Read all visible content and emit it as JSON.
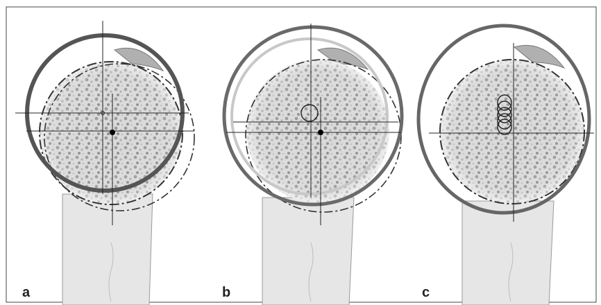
{
  "figure": {
    "panels": [
      {
        "label": "a"
      },
      {
        "label": "b"
      },
      {
        "label": "c"
      }
    ]
  },
  "colors": {
    "border": "#444444",
    "bone_fill": "#e6e6e6",
    "bone_outline": "#8c8c8c",
    "head_texture_light": "#dcdcdc",
    "head_texture_dark": "#7a7a7a",
    "outer_ring": "#5a5a5a",
    "light_ring": "#c8c8c8",
    "crosshair": "#222222"
  }
}
